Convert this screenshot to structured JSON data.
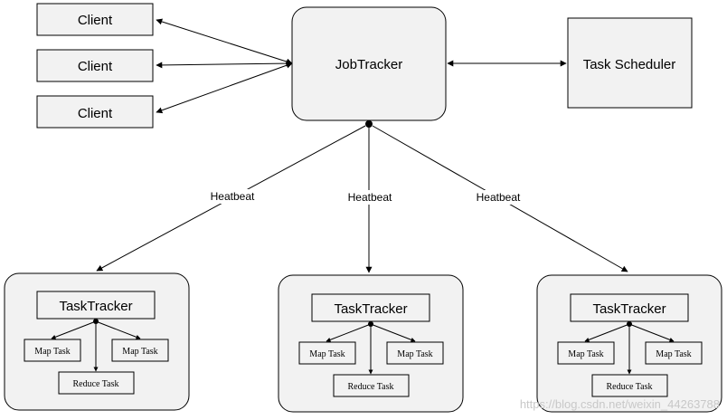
{
  "clients": [
    "Client",
    "Client",
    "Client"
  ],
  "job_tracker": {
    "label": "JobTracker"
  },
  "task_scheduler": {
    "label": "Task Scheduler"
  },
  "heartbeat_labels": [
    "Heatbeat",
    "Heatbeat",
    "Heatbeat"
  ],
  "task_trackers": [
    {
      "label": "TaskTracker",
      "map_tasks": [
        "Map Task",
        "Map Task"
      ],
      "reduce_task": "Reduce Task"
    },
    {
      "label": "TaskTracker",
      "map_tasks": [
        "Map Task",
        "Map Task"
      ],
      "reduce_task": "Reduce Task"
    },
    {
      "label": "TaskTracker",
      "map_tasks": [
        "Map Task",
        "Map Task"
      ],
      "reduce_task": "Reduce Task"
    }
  ],
  "watermark": "https://blog.csdn.net/weixin_44263788",
  "colors": {
    "box_fill": "#f2f2f2",
    "stroke": "#000000",
    "watermark": "#c8c8c8"
  }
}
